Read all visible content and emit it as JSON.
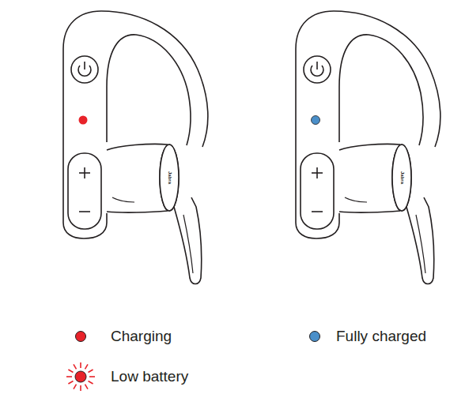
{
  "diagram": {
    "labels": [
      "Jabra",
      "Jabra"
    ],
    "legend": [
      {
        "text": "Charging",
        "color": "#e8232a"
      },
      {
        "text": "Fully charged",
        "color": "#4a8fc9"
      },
      {
        "text": "Low battery"
      }
    ]
  }
}
